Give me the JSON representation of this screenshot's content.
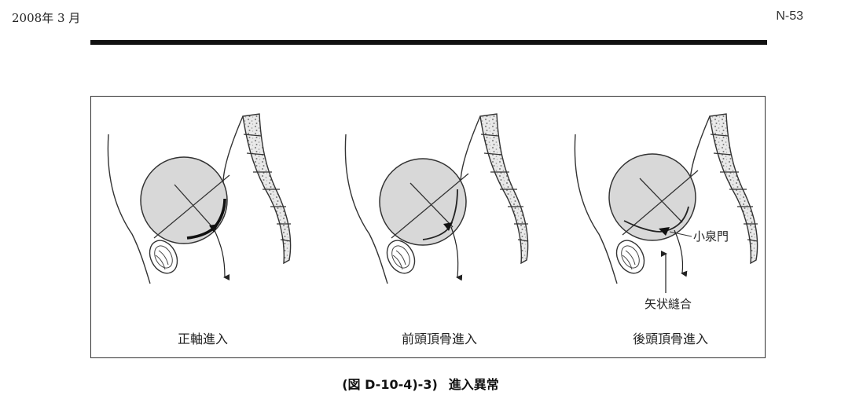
{
  "header": {
    "date": "2008年 3 月",
    "page": "N-53"
  },
  "figure": {
    "panels": [
      {
        "label": "正軸進入"
      },
      {
        "label": "前頭頂骨進入"
      },
      {
        "label": "後頭頂骨進入"
      }
    ],
    "annotations": {
      "small_fontanelle": "小泉門",
      "sagittal_suture": "矢状縫合"
    },
    "caption": {
      "number": "(図 D-10-4)-3)",
      "title": "進入異常"
    }
  }
}
